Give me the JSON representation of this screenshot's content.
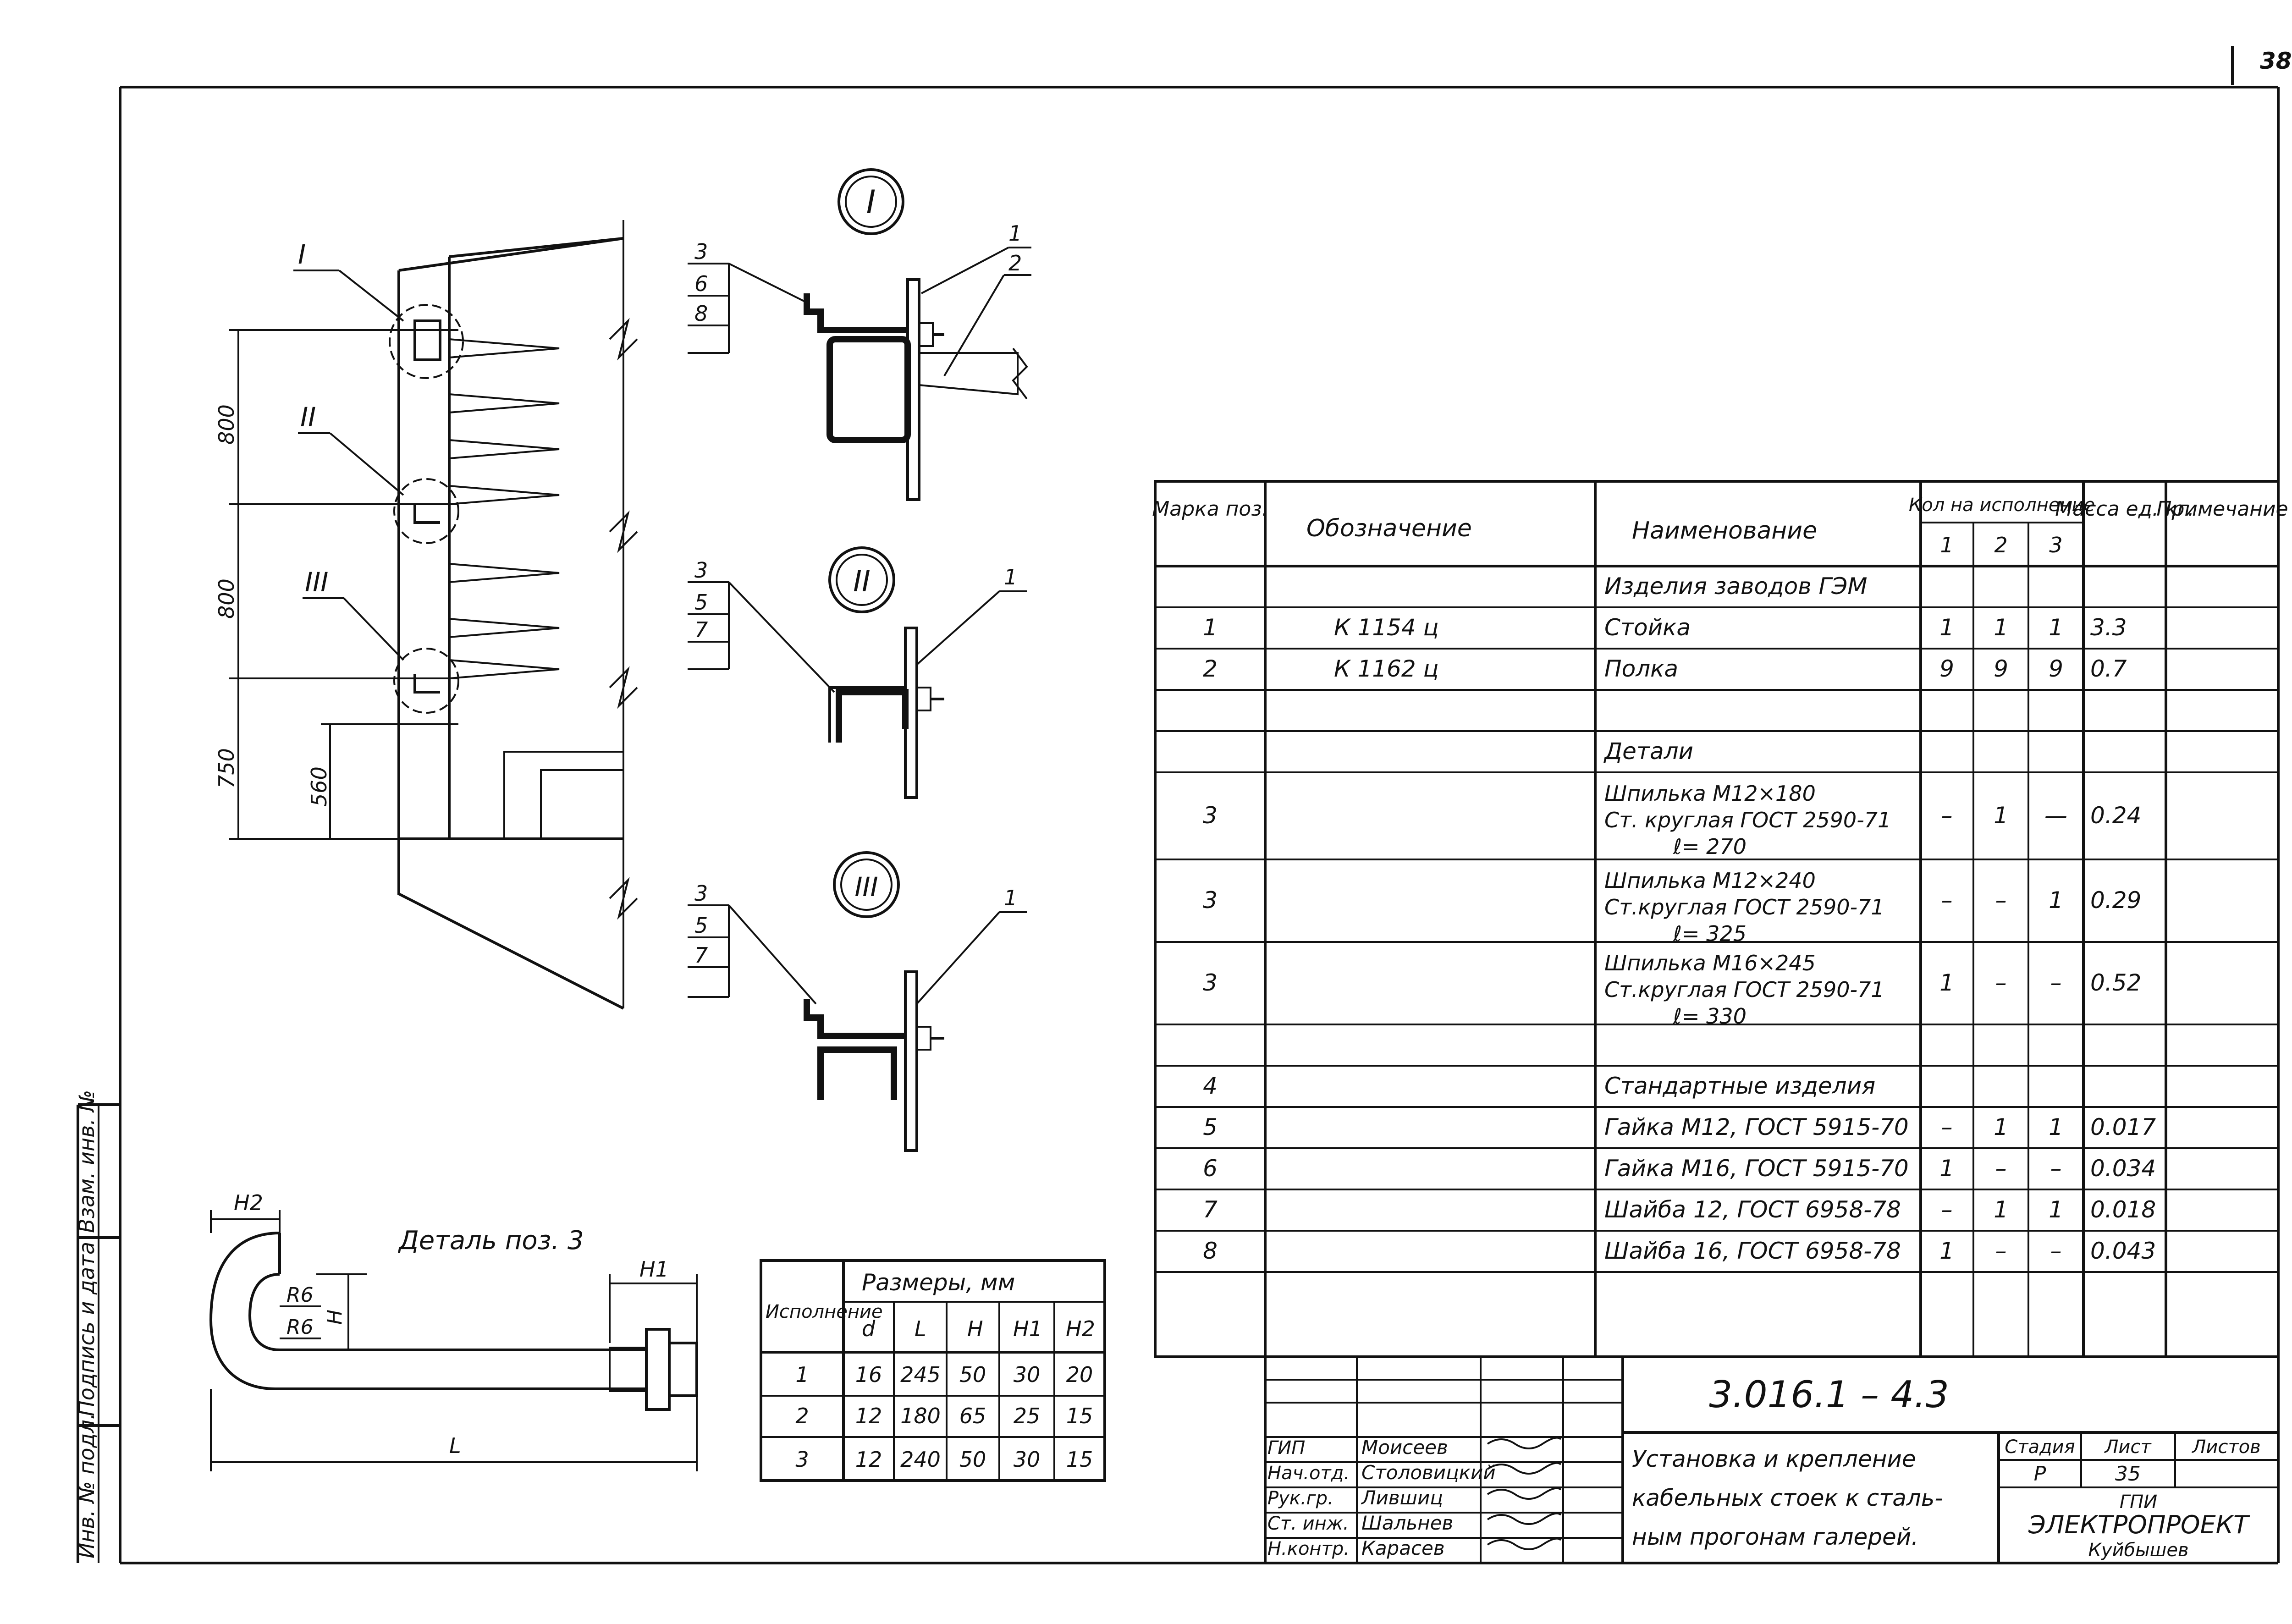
{
  "sheet_number": "38",
  "side_stamp": [
    "Инв. № подл.",
    "Подпись и дата",
    "Взам. инв. №"
  ],
  "elevation": {
    "callouts": [
      "I",
      "II",
      "III"
    ],
    "dims": [
      "800",
      "800",
      "750",
      "560"
    ]
  },
  "details": [
    {
      "roman": "I",
      "tags": [
        "3",
        "6",
        "8"
      ],
      "parts": [
        "1",
        "2"
      ]
    },
    {
      "roman": "II",
      "tags": [
        "3",
        "5",
        "7"
      ],
      "parts": [
        "1"
      ]
    },
    {
      "roman": "III",
      "tags": [
        "3",
        "5",
        "7"
      ],
      "parts": [
        "1"
      ]
    }
  ],
  "pin_detail": {
    "title": "Деталь поз. 3",
    "labels": {
      "h2": "H2",
      "h1": "H1",
      "r1": "R6",
      "r2": "R6",
      "h": "H",
      "l": "L"
    }
  },
  "dims_table": {
    "header_main": "Исполнение",
    "header_group": "Размеры, мм",
    "columns": [
      "d",
      "L",
      "H",
      "H1",
      "H2"
    ],
    "rows": [
      [
        "1",
        "16",
        "245",
        "50",
        "30",
        "20"
      ],
      [
        "2",
        "12",
        "180",
        "65",
        "25",
        "15"
      ],
      [
        "3",
        "12",
        "240",
        "50",
        "30",
        "15"
      ]
    ]
  },
  "spec": {
    "headers": {
      "mark": "Марка поз.",
      "designation": "Обозначение",
      "name": "Наименование",
      "qty_group": "Кол на исполнение",
      "qty_cols": [
        "1",
        "2",
        "3"
      ],
      "mass": "Масса ед. кг.",
      "note": "Примечание"
    },
    "rows": [
      {
        "mark": "",
        "des": "",
        "name": [
          "Изделия заводов ГЭМ"
        ],
        "q": [
          "",
          "",
          ""
        ],
        "mass": ""
      },
      {
        "mark": "1",
        "des": "К 1154 ц",
        "name": [
          "Стойка"
        ],
        "q": [
          "1",
          "1",
          "1"
        ],
        "mass": "3.3"
      },
      {
        "mark": "2",
        "des": "К 1162 ц",
        "name": [
          "Полка"
        ],
        "q": [
          "9",
          "9",
          "9"
        ],
        "mass": "0.7"
      },
      {
        "mark": "",
        "des": "",
        "name": [
          ""
        ],
        "q": [
          "",
          "",
          ""
        ],
        "mass": ""
      },
      {
        "mark": "",
        "des": "",
        "name": [
          "Детали"
        ],
        "q": [
          "",
          "",
          ""
        ],
        "mass": ""
      },
      {
        "mark": "3",
        "des": "",
        "name": [
          "Шпилька М12×180",
          "Ст. круглая ГОСТ 2590-71",
          "ℓ= 270"
        ],
        "q": [
          "–",
          "1",
          "—"
        ],
        "mass": "0.24"
      },
      {
        "mark": "3",
        "des": "",
        "name": [
          "Шпилька М12×240",
          "Ст.круглая ГОСТ 2590-71",
          "ℓ= 325"
        ],
        "q": [
          "–",
          "–",
          "1"
        ],
        "mass": "0.29"
      },
      {
        "mark": "3",
        "des": "",
        "name": [
          "Шпилька М16×245",
          "Ст.круглая ГОСТ 2590-71",
          "ℓ= 330"
        ],
        "q": [
          "1",
          "–",
          "–"
        ],
        "mass": "0.52"
      },
      {
        "mark": "",
        "des": "",
        "name": [
          ""
        ],
        "q": [
          "",
          "",
          ""
        ],
        "mass": ""
      },
      {
        "mark": "4",
        "des": "",
        "name": [
          "Стандартные изделия"
        ],
        "q": [
          "",
          "",
          ""
        ],
        "mass": ""
      },
      {
        "mark": "5",
        "des": "",
        "name": [
          "Гайка М12, ГОСТ 5915-70"
        ],
        "q": [
          "–",
          "1",
          "1"
        ],
        "mass": "0.017"
      },
      {
        "mark": "6",
        "des": "",
        "name": [
          "Гайка М16, ГОСТ 5915-70"
        ],
        "q": [
          "1",
          "–",
          "–"
        ],
        "mass": "0.034"
      },
      {
        "mark": "7",
        "des": "",
        "name": [
          "Шайба 12, ГОСТ 6958-78"
        ],
        "q": [
          "–",
          "1",
          "1"
        ],
        "mass": "0.018"
      },
      {
        "mark": "8",
        "des": "",
        "name": [
          "Шайба 16, ГОСТ 6958-78"
        ],
        "q": [
          "1",
          "–",
          "–"
        ],
        "mass": "0.043"
      }
    ]
  },
  "title_block": {
    "doc_code": "3.016.1 – 4.3",
    "description": [
      "Установка и крепление",
      "кабельных стоек к сталь-",
      "ным прогонам галерей."
    ],
    "stage_label": "Стадия",
    "sheet_label": "Лист",
    "sheets_label": "Листов",
    "stage": "Р",
    "sheet": "35",
    "sheets": "",
    "org": [
      "ГПИ",
      "ЭЛЕКТРОПРОЕКТ",
      "Куйбышев"
    ],
    "staff": [
      {
        "role": "ГИП",
        "name": "Моисеев"
      },
      {
        "role": "Нач.отд.",
        "name": "Столовицкий"
      },
      {
        "role": "Рук.гр.",
        "name": "Лившиц"
      },
      {
        "role": "Ст. инж.",
        "name": "Шальнев"
      },
      {
        "role": "Н.контр.",
        "name": "Карасев"
      }
    ]
  }
}
